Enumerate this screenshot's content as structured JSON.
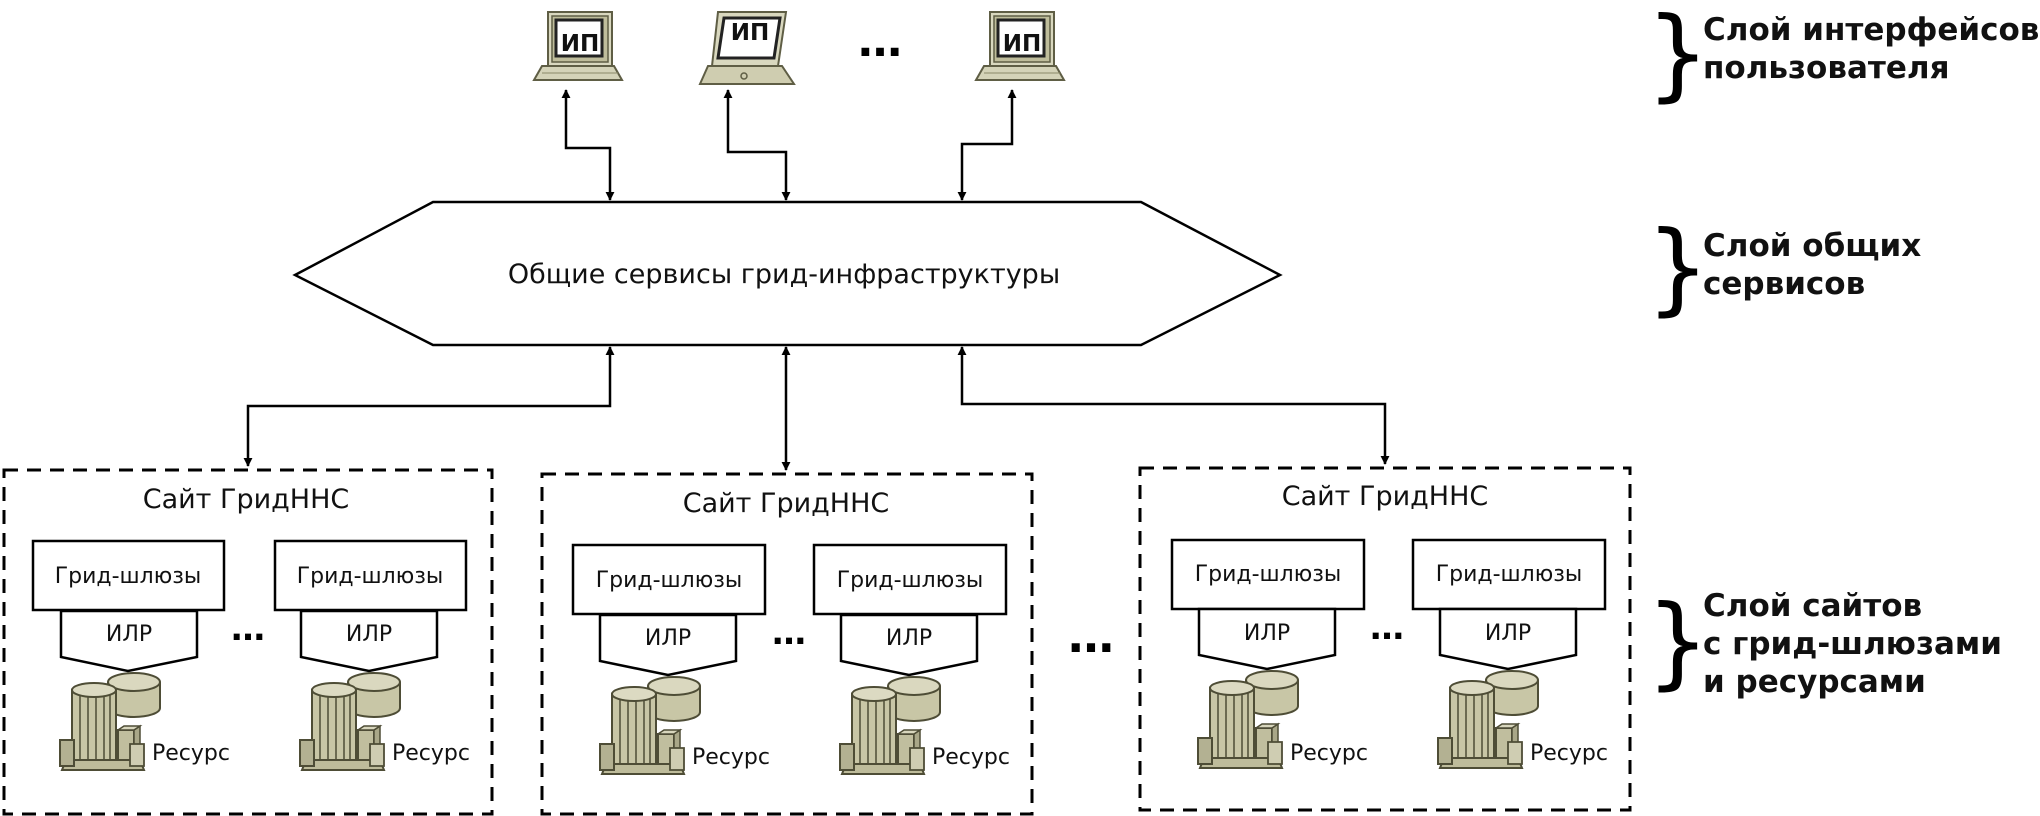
{
  "terminal_label": "ИП",
  "ellipsis": "…",
  "hub_label": "Общие сервисы грид-инфраструктуры",
  "site_title": "Сайт ГридННС",
  "gateway_label": "Грид-шлюзы",
  "ilr_label": "ИЛР",
  "resource_label": "Ресурс",
  "layers": {
    "user": [
      "Слой интерфейсов",
      "пользователя"
    ],
    "services": [
      "Слой общих",
      "сервисов"
    ],
    "sites": [
      "Слой сайтов",
      "с грид-шлюзами",
      "и ресурсами"
    ]
  },
  "colors": {
    "terminal_fill": "#d9d8bf",
    "terminal_stroke": "#5f5e45",
    "resource_fill": "#c8c6a6",
    "resource_stroke": "#4e4d36",
    "line": "#000000"
  }
}
